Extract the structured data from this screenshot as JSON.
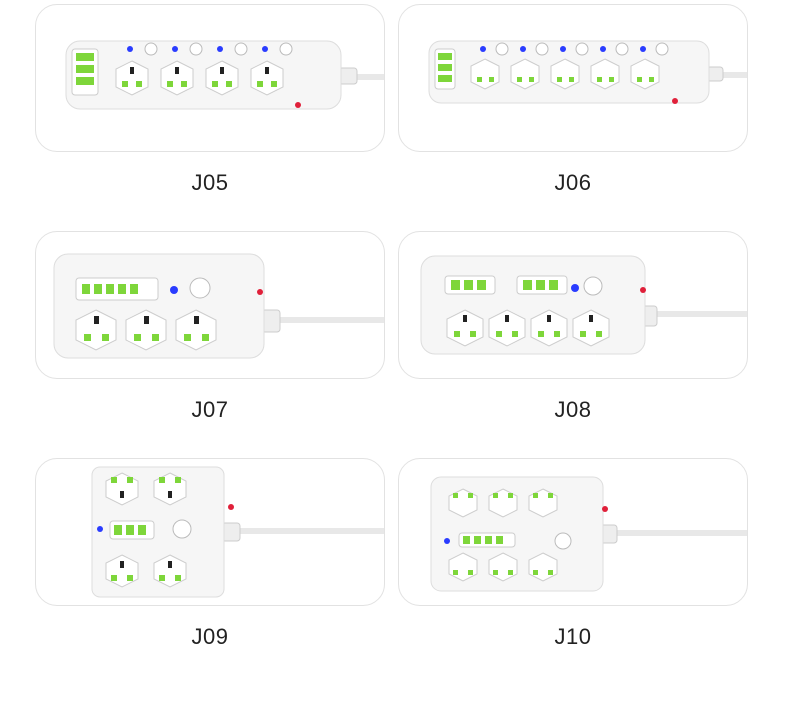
{
  "products": [
    {
      "model": "J05"
    },
    {
      "model": "J06"
    },
    {
      "model": "J07"
    },
    {
      "model": "J08"
    },
    {
      "model": "J09"
    },
    {
      "model": "J10"
    }
  ],
  "colors": {
    "socket_green": "#7ed63a",
    "indicator_blue": "#2a3cff",
    "power_red": "#e0203a",
    "body_white": "#f7f7f7",
    "card_border": "#e2e2e2"
  }
}
